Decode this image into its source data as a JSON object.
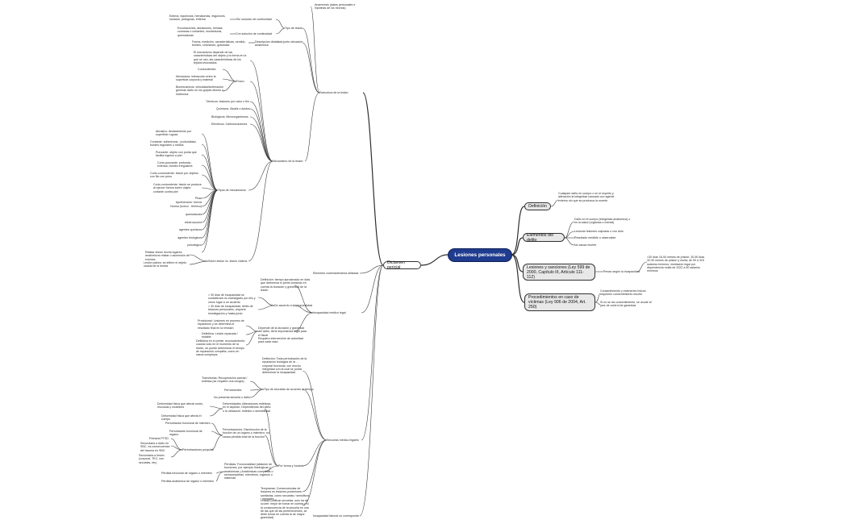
{
  "mindmap": {
    "root": "Lesiones personales",
    "branches": {
      "definicion": {
        "label": "Definición",
        "text": "Cualquier daño en cuerpo o en el espíritu y alteración la integridad causado con agente externo sin que se produzca la muerte"
      },
      "elementos": {
        "label": "Elementos del delito",
        "items": [
          "Daño en el cuerpo (integridad anatómica) o en la salud (orgánica o mental)",
          "Lesionar lesiones culposas o con dolo",
          "Resultado medible u observable",
          "No causa muerte"
        ]
      },
      "ley": {
        "label": "Lesiones y sanciones (Ley 599 de 2000, Capítulo III, Artículo 111-112)",
        "sub": "Penas según la incapacidad",
        "text": "<30 días 16-54 meses de prisión; 30-90 días 32-90 meses de prisión y multa; de 90 a 315 salarios mínimos; mediación legal por dependencia multa de 2022 a 50 salarios mínimos"
      },
      "procedimientos": {
        "label": "Procedimientos en caso de víctimas (Ley 906 de 2004, Art. 250)",
        "items": [
          "Consentimiento y exámenes físicos requieren consentimiento escrito",
          "Si no se da consentimiento, se acude al juez de control de garantías"
        ]
      },
      "dictamen": {
        "label": "Dictamen pericial",
        "estructura": {
          "label": "Estructura de la lesión",
          "top_note": "Anamnesis (datos personales e hipótesis de los hechos)",
          "tipo": {
            "label": "Tipo de lesión",
            "sin": {
              "label": "Sin solución de continuidad",
              "text": "Edema, equimosis, hematomas, esguinces, luxación, peteguias, eritema"
            },
            "con": {
              "label": "Con solución de continuidad",
              "text": "Excoriaciones, abrasiones, heridas contusas o cortantes, mordeduras, quemaduras"
            }
          },
          "descripcion": {
            "label": "Descripción detallada junto ubicación anatómica",
            "text": "Forma, medición, características, sentido, bordes, coloración, gravedad"
          },
          "mecanismo": {
            "label": "Mecanismo de la lesión",
            "intro": "El mecanismo depende de las características del objeto y la forma en la que se usó, las características de los tejidos lesionados",
            "fisico": {
              "label": "Físico",
              "items": [
                "Contundentes",
                "Mecánicos: interacción entre la superficie corporal y material",
                "Biomecánicos: velocidad/aceleración generan daño en los golpes directo o indirectos"
              ]
            },
            "agentes": [
              "Térmicos: lesiones por calor o frío",
              "Químicos: Álcalis o ácidos",
              "Biológicos: Microorganismos",
              "Eléctricos: Carbonizaciones"
            ],
            "tipos": {
              "label": "Tipos de mecanismos",
              "items": [
                "Abrasivo: deslizamiento por superficie rugosa",
                "Contante: adherencia - profundidad, bordes regulares o nítidos",
                "Punzante: objeto con punta que facilita ingreso a piel",
                "Corto-punzante: profunda - extensa, bordes irregulares",
                "Corto-contundente: lesión por objetos con filo con peso",
                "Corto-contundente: lesión se produce al ejercer fuerza sobre objeto cortante contra piel",
                "Pisar",
                "Aprehensión: fuerza",
                "Nocivo (toxico - térmico)",
                "quemaduras",
                "electrocución",
                "agentes químicos",
                "agentes biológicos",
                "psicológico"
              ]
            },
            "sobre": {
              "label": "Sobre lesión vs. lesión víctima",
              "items": [
                "Relatar lesión hecha lugares anatómicos relatar o ascensión de eventos",
                "Lesión patrón: se infiere el objeto causal de la herida"
              ]
            }
          }
        },
        "vulnerante": "Elemento vulnerante/arma utilizada",
        "incapacidad": {
          "label": "Incapacidad médico legal",
          "definicion": "Definición: tiempo aproximado en días que determina el perito tomando en cuenta la duración y gravedad de la lesión",
          "dependiendo": {
            "label": "De acuerdo a la temporalidad",
            "items": [
              "< 30 días de incapacidad se considerará no investigado por ello y crece lugar a un acuerdo",
              "> 30 días de incapacidad, delito de lesiones personales, requiere investigación y hasta juicio"
            ]
          },
          "segun": {
            "label": "Depende de la duración y gravedad del daño, tiene importancia legal para el fiscal",
            "items": [
              "Provisional: Lesiones en proceso de reparación y se determina el resultado final en la revisión",
              "Definitiva: Lesión reparada / estable",
              "Definitiva en el primer reconocimiento: cuando sólo en el momento de la lesión, se puede determinar el tiempo de reparación completa, como en casos complejos"
            ],
            "extra": "Requiere intervención de autoridad para cada caso"
          }
        },
        "secuelas": {
          "label": "Secuelas médico legales",
          "definicion": "Definición: Toda perturbación de la reparación biológica de la ... corporal funcional, con mucho integridad con la cual se podrá determinar la incapacidad",
          "tipo": {
            "label": "Tipo de secuelas de acuerdo al tiempo",
            "items": [
              "Transitorias: Recuperación parcial / estética (se requiere una cirugía)",
              "Permanentes",
              "No presenta secuela o daño"
            ]
          },
          "forma": {
            "label": "Por forma y función",
            "deformidad": {
              "label": "Deformidades: Alteraciones estéticas, en el aspecto, Dependiendo del daño o la ubicación: estético o sensibilidad",
              "items": [
                "Deformidad física que afecta rostro, mucosas y cicatrices",
                "Deformidad física que afecta el cuerpo"
              ]
            },
            "perturbaciones": {
              "label": "Perturbaciones: Disminución de la función de un órgano o miembro; no causa pérdida total de la función",
              "items": [
                "Perturbación funcional de miembro",
                "Perturbación funcional de órgano"
              ],
              "psiquica": {
                "label": "Perturbaciones psíquica",
                "items": [
                  "Primaria PTSD",
                  "Secundaria a daño en SNC, es consecuencia del trauma en SNC",
                  "Secundaria a lesión (corporal, TEC, con secuelas, etc)"
                ]
              }
            },
            "perdida": {
              "label": "Pérdidas: Funcionalidad (ablación de funciones, por ejemplo fisiológicas y anatómicas ) Anatómicas completas o semicompletas: miembros, órganos o sistemas",
              "items": [
                "Pérdida funcional de órgano o miembro",
                "Pérdida anatómica de órgano o miembro"
              ]
            }
          },
          "bottom": [
            "Tempranas: Consecuencias de lesiones es lesiones posteriores sanitarias, como secuelas / sensitivos / mentales",
            "Unidad (unificar secuelas, solo ha de ocurrir: mejor de tomar en cuenta y si la consecuencia de la secuela es una de las que de las pertenecientes, se debe tomar en cuenta la de mayor gravedad)"
          ]
        },
        "incapacidad_laboral": "Incapacidad laboral no corresponde"
      }
    }
  }
}
